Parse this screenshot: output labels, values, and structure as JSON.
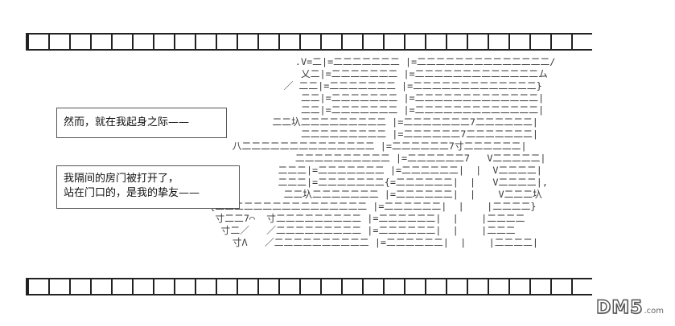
{
  "captions": {
    "first": "然而，就在我起身之际——",
    "second_line1": "我隔间的房门被打开了，",
    "second_line2": "站在门口的，是我的挚友——"
  },
  "watermark": {
    "text": "DM5",
    "suffix": ".com"
  }
}
